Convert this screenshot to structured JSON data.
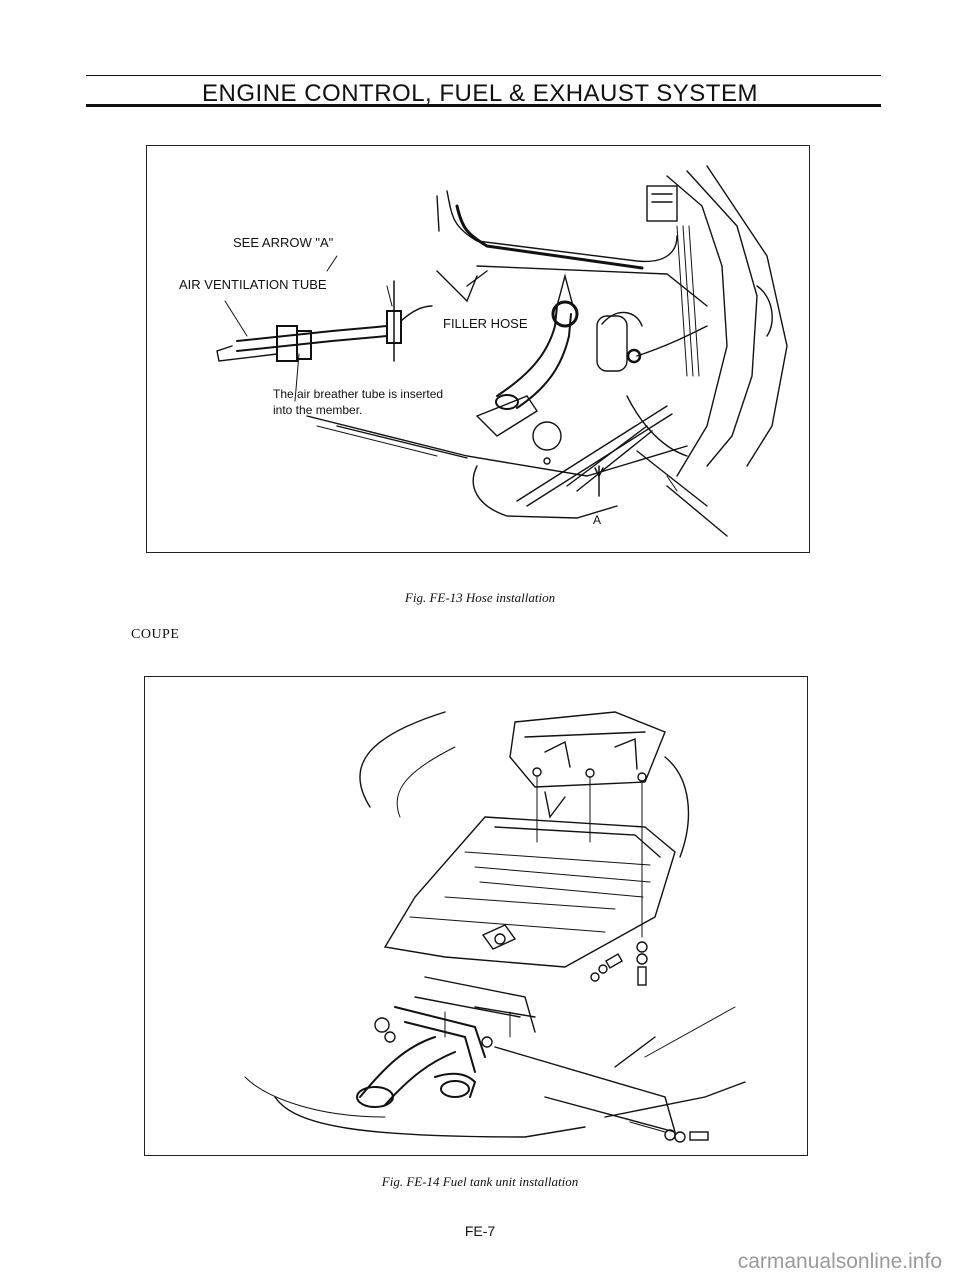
{
  "header": {
    "title": "ENGINE CONTROL, FUEL & EXHAUST SYSTEM"
  },
  "figure13": {
    "labels": {
      "see_arrow": "SEE ARROW \"A\"",
      "air_ventilation_tube": "AIR VENTILATION TUBE",
      "filler_hose": "FILLER HOSE",
      "breather_line1": "The air breather tube is inserted",
      "breather_line2": "into the member.",
      "arrow_a": "A"
    },
    "caption": "Fig. FE-13 Hose installation"
  },
  "section": {
    "label": "COUPE"
  },
  "figure14": {
    "caption": "Fig. FE-14 Fuel tank unit installation"
  },
  "footer": {
    "page_number": "FE-7",
    "watermark": "carmanualsonline.info"
  }
}
